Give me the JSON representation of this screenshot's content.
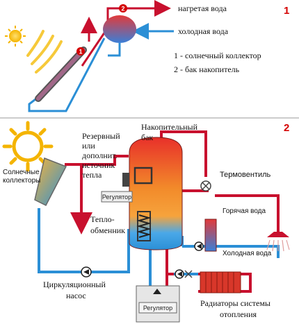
{
  "panel1": {
    "number": "1",
    "labels": {
      "hot_water": "нагретая вода",
      "cold_water": "холодная вода",
      "legend_1": "1 - солнечный коллектор",
      "legend_2": "2 - бак накопитель"
    },
    "markers": {
      "collector": "1",
      "tank": "2"
    }
  },
  "panel2": {
    "number": "2",
    "labels": {
      "storage_tank_l1": "Накопительный",
      "storage_tank_l2": "бак",
      "backup_l1": "Резервный",
      "backup_l2": "или",
      "backup_l3": "дополнит.",
      "backup_l4": "источник",
      "backup_l5": "тепла",
      "solar_l1": "Солнечные",
      "solar_l2": "коллекторы",
      "thermovalve": "Термовентиль",
      "regulator_tank": "Регулятор",
      "heat_exch_l1": "Тепло-",
      "heat_exch_l2": "обменник",
      "hot_water": "Горячая вода",
      "cold_water": "Холодная вода",
      "pump_l1": "Циркуляционный",
      "pump_l2": "насос",
      "regulator_bottom": "Регулятор",
      "radiators_l1": "Радиаторы системы",
      "radiators_l2": "отопления"
    }
  },
  "colors": {
    "hot_pipe": "#c8102e",
    "cold_pipe": "#2b8fd6",
    "panel_number": "#d40000",
    "sun": "#f4b400"
  }
}
